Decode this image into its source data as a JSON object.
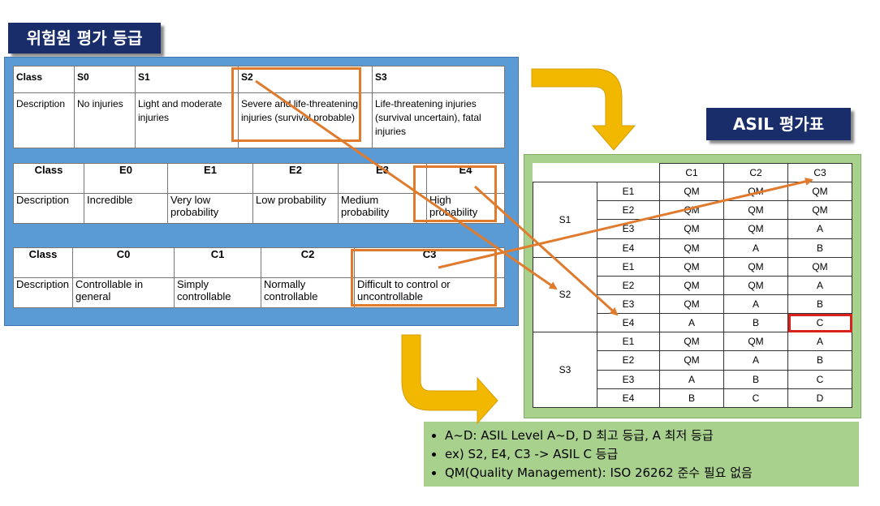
{
  "risk_title": "위험원 평가 등급",
  "asil_title": "ASIL 평가표",
  "severity": {
    "headers": [
      "Class",
      "S0",
      "S1",
      "S2",
      "S3"
    ],
    "desc_label": "Description",
    "descs": [
      "No injuries",
      "Light and moderate injuries",
      "Severe and life-threatening injuries (survival probable)",
      "Life-threatening injuries (survival uncertain), fatal injuries"
    ]
  },
  "exposure": {
    "headers": [
      "Class",
      "E0",
      "E1",
      "E2",
      "E3",
      "E4"
    ],
    "desc_label": "Description",
    "descs": [
      "Incredible",
      "Very low probability",
      "Low probability",
      "Medium probability",
      "High probability"
    ]
  },
  "controllability": {
    "headers": [
      "Class",
      "C0",
      "C1",
      "C2",
      "C3"
    ],
    "desc_label": "Description",
    "descs": [
      "Controllable in general",
      "Simply controllable",
      "Normally controllable",
      "Difficult to control or uncontrollable"
    ]
  },
  "asil_table": {
    "cols": [
      "C1",
      "C2",
      "C3"
    ],
    "groups": [
      {
        "s": "S1",
        "rows": [
          {
            "e": "E1",
            "v": [
              "QM",
              "QM",
              "QM"
            ]
          },
          {
            "e": "E2",
            "v": [
              "QM",
              "QM",
              "QM"
            ]
          },
          {
            "e": "E3",
            "v": [
              "QM",
              "QM",
              "A"
            ]
          },
          {
            "e": "E4",
            "v": [
              "QM",
              "A",
              "B"
            ]
          }
        ]
      },
      {
        "s": "S2",
        "rows": [
          {
            "e": "E1",
            "v": [
              "QM",
              "QM",
              "QM"
            ]
          },
          {
            "e": "E2",
            "v": [
              "QM",
              "QM",
              "A"
            ]
          },
          {
            "e": "E3",
            "v": [
              "QM",
              "A",
              "B"
            ]
          },
          {
            "e": "E4",
            "v": [
              "A",
              "B",
              "C"
            ]
          }
        ]
      },
      {
        "s": "S3",
        "rows": [
          {
            "e": "E1",
            "v": [
              "QM",
              "QM",
              "A"
            ]
          },
          {
            "e": "E2",
            "v": [
              "QM",
              "A",
              "B"
            ]
          },
          {
            "e": "E3",
            "v": [
              "A",
              "B",
              "C"
            ]
          },
          {
            "e": "E4",
            "v": [
              "B",
              "C",
              "D"
            ]
          }
        ]
      }
    ]
  },
  "notes": [
    "A~D: ASIL Level A~D, D 최고 등급, A 최저 등급",
    "ex) S2, E4, C3 -> ASIL C 등급",
    "QM(Quality Management): ISO 26262 준수 필요 없음"
  ],
  "colors": {
    "navy_title": "#1a2d6b",
    "blue_panel": "#5b9bd5",
    "green_panel": "#a9d18e",
    "orange_highlight": "#e07b2e",
    "red_highlight": "#d9221c",
    "yellow_arrow": "#f2b800"
  }
}
